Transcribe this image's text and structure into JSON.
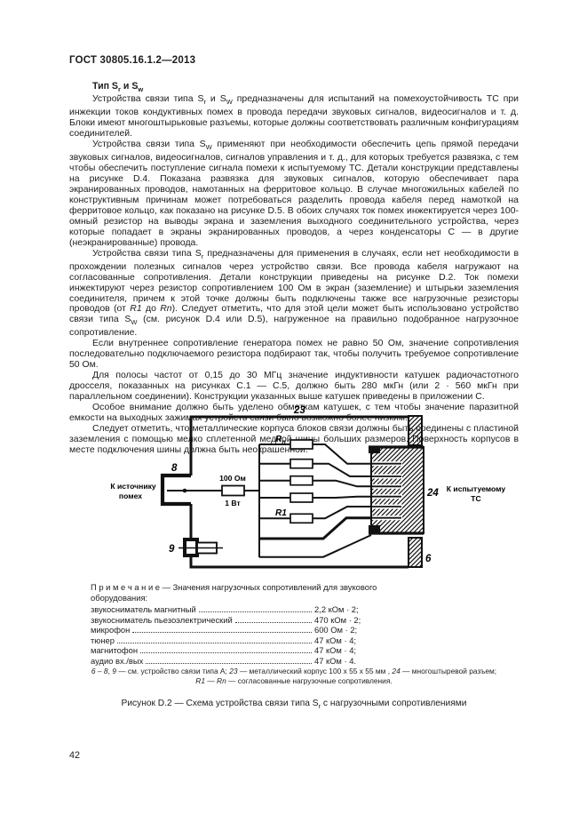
{
  "page": {
    "header": "ГОСТ 30805.16.1.2—2013",
    "page_number": "42"
  },
  "content": {
    "heading_html": "Тип S<sub>r</sub> и S<sub>w</sub>",
    "paragraphs_html": [
      "Устройства связи типа S<sub>r</sub> и S<sub>W</sub> предназначены для испытаний на помехоустойчивость ТС при инжекции токов кондуктивных помех в провода передачи звуковых сигналов, видеосигналов и т. д. Блоки имеют многоштырьковые разъемы, которые должны соответствовать различным конфигурациям соединителей.",
      "Устройства связи типа S<sub>W</sub> применяют при необходимости обеспечить цепь прямой передачи звуковых сигналов, видеосигналов, сигналов управления и т. д., для которых требуется развязка, с тем чтобы обеспечить поступление сигнала помехи к испытуемому ТС. Детали конструкции представлены на рисунке D.4. Показана развязка для звуковых сигналов, которую обеспечивает пара экранированных проводов, намотанных на ферритовое кольцо. В случае многожильных кабелей по конструктивным причинам может потребоваться разделить провода кабеля перед намоткой на ферритовое кольцо, как показано на рисунке D.5. В обоих случаях ток помех инжектируется через 100-омный резистор на выводы экрана и заземления выходного соединительного устройства, через которые попадает в экраны экранированных проводов, а через конденсаторы С — в другие (неэкранированные) провода.",
      "Устройства связи типа S<sub>r</sub> предназначены для применения в случаях, если нет необходимости в прохождении полезных сигналов через устройство связи. Все провода кабеля нагружают на согласованные сопротивления. Детали конструкции приведены на рисунке D.2. Ток помехи инжектируют через резистор сопротивлением 100 Ом в экран (заземление) и штырьки заземления соединителя, причем к этой точке должны быть подключены также все нагрузочные резисторы проводов (от <i>R1</i> до <i>Rn</i>). Следует отметить, что для этой цели может быть использовано устройство связи типа S<sub>W</sub> (см. рисунок D.4 или D.5), нагруженное на правильно подобранное нагрузочное сопротивление.",
      "Если внутреннее сопротивление генератора помех не равно 50 Ом, значение сопротивления последовательно подключаемого резистора подбирают так, чтобы получить требуемое сопротивление 50 Ом.",
      "Для полосы частот от 0,15 до 30 МГц значение индуктивности катушек радиочастотного дросселя, показанных на рисунках С.1 — С.5, должно быть 280 мкГн (или 2 · 560 мкГн при параллельном соединении). Конструкции указанных выше катушек приведены в приложении С.",
      "Особое внимание должно быть уделено обмоткам катушек, с тем чтобы значение паразитной емкости на выходных зажимах устройств связи было возможно более низким.",
      "Следует отметить, что металлические корпуса блоков связи должны быть соединены с пластиной заземления с помощью мелко сплетенной медной шины больших размеров. Поверхность корпусов в месте подключения шины должна быть неокрашенной."
    ]
  },
  "note": {
    "intro": "П р и м е ч а н и е  — Значения нагрузочных сопротивлений для звукового оборудования:",
    "rows": [
      {
        "label": "звукосниматель магнитный",
        "value": "2,2 кОм · 2;"
      },
      {
        "label": "звукосниматель пьезоэлектрический",
        "value": "470 кОм · 2;"
      },
      {
        "label": "микрофон",
        "value": "600 Ом · 2;"
      },
      {
        "label": "тюнер",
        "value": "47 кОм · 4;"
      },
      {
        "label": "магнитофон",
        "value": "47 кОм · 4;"
      },
      {
        "label": "аудио вх./вых",
        "value": "47 кОм · 4."
      }
    ]
  },
  "figure": {
    "labels": {
      "enclosure_num": "23",
      "input_connector_num": "8",
      "feedthrough_num": "9",
      "bottom_right_num": "6",
      "output_connector_num": "24",
      "resistor_value": "100 Ом",
      "resistor_power": "1 Вт",
      "to_source_line1": "К источнику",
      "to_source_line2": "помех",
      "to_eut_line1": "К испытуемому",
      "to_eut_line2": "ТС",
      "rn_base": "R",
      "rn_sub": "n",
      "r1": "R1"
    },
    "footnote_lines_html": [
      "<i>6</i> – <i>8</i>, <i>9</i> — см. устройство связи типа А; <i>23</i> — металлический корпус 100 x 55 x 55 мм , <i>24</i> — многоштыревой разъем;",
      "<i>R1</i> — <i>Rn</i> — согласованные нагрузочные сопротивления."
    ],
    "caption_html": "Рисунок D.2 — Схема устройства связи типа S<sub>r</sub> с нагрузочными сопротивлениями"
  }
}
